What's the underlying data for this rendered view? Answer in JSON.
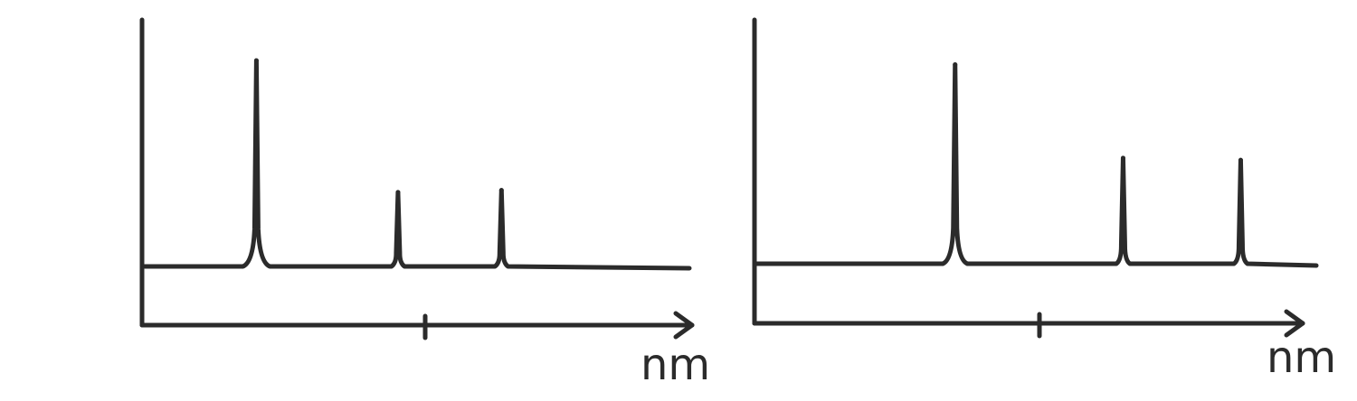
{
  "colors": {
    "ink": "#2b2b2b",
    "background": "#ffffff"
  },
  "chart_data": [
    {
      "type": "line",
      "xlabel": "nm",
      "ylabel": "",
      "title": "",
      "grid": false,
      "xlim": [
        0,
        1
      ],
      "ylim": [
        0,
        1
      ],
      "x_ticks": [
        0.5
      ],
      "x_tick_labels": [
        ""
      ],
      "baseline": 0.0,
      "peaks": [
        {
          "x": 0.205,
          "height": 1.0,
          "width": 0.025
        },
        {
          "x": 0.465,
          "height": 0.36,
          "width": 0.012
        },
        {
          "x": 0.655,
          "height": 0.37,
          "width": 0.012
        }
      ]
    },
    {
      "type": "line",
      "xlabel": "nm",
      "ylabel": "",
      "title": "",
      "grid": false,
      "xlim": [
        0,
        1
      ],
      "ylim": [
        0,
        1
      ],
      "x_ticks": [
        0.5
      ],
      "x_tick_labels": [
        ""
      ],
      "baseline": 0.0,
      "peaks": [
        {
          "x": 0.355,
          "height": 0.98,
          "width": 0.022
        },
        {
          "x": 0.655,
          "height": 0.52,
          "width": 0.012
        },
        {
          "x": 0.865,
          "height": 0.51,
          "width": 0.012
        }
      ]
    }
  ]
}
